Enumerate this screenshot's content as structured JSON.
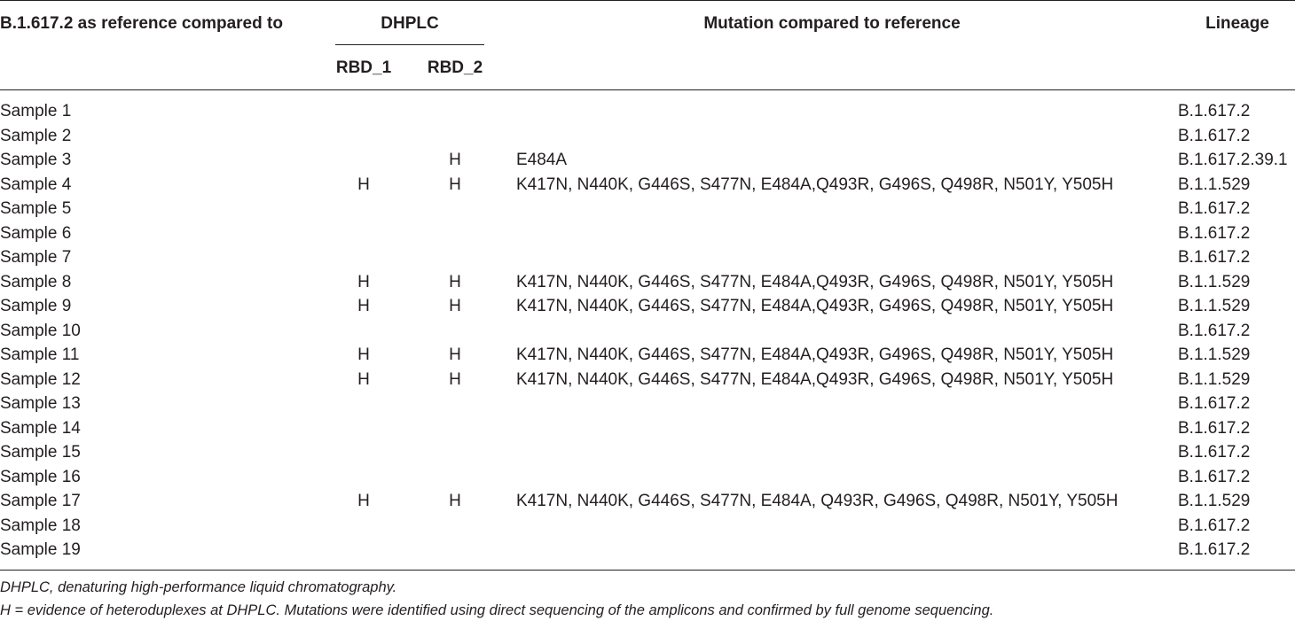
{
  "table": {
    "headers": {
      "col1": "B.1.617.2 as reference compared to",
      "group": "DHPLC",
      "sub1": "RBD_1",
      "sub2": "RBD_2",
      "mutation": "Mutation compared to reference",
      "lineage": "Lineage"
    },
    "rows": [
      {
        "sample": "Sample 1",
        "rbd1": "",
        "rbd2": "",
        "mutation": "",
        "lineage": "B.1.617.2"
      },
      {
        "sample": "Sample 2",
        "rbd1": "",
        "rbd2": "",
        "mutation": "",
        "lineage": "B.1.617.2"
      },
      {
        "sample": "Sample 3",
        "rbd1": "",
        "rbd2": "H",
        "mutation": "E484A",
        "lineage": "B.1.617.2.39.1"
      },
      {
        "sample": "Sample 4",
        "rbd1": "H",
        "rbd2": "H",
        "mutation": "K417N, N440K, G446S, S477N, E484A,Q493R, G496S, Q498R, N501Y, Y505H",
        "lineage": "B.1.1.529"
      },
      {
        "sample": "Sample 5",
        "rbd1": "",
        "rbd2": "",
        "mutation": "",
        "lineage": "B.1.617.2"
      },
      {
        "sample": "Sample 6",
        "rbd1": "",
        "rbd2": "",
        "mutation": "",
        "lineage": "B.1.617.2"
      },
      {
        "sample": "Sample 7",
        "rbd1": "",
        "rbd2": "",
        "mutation": "",
        "lineage": "B.1.617.2"
      },
      {
        "sample": "Sample 8",
        "rbd1": "H",
        "rbd2": "H",
        "mutation": "K417N, N440K, G446S, S477N, E484A,Q493R, G496S, Q498R, N501Y, Y505H",
        "lineage": "B.1.1.529"
      },
      {
        "sample": "Sample 9",
        "rbd1": "H",
        "rbd2": "H",
        "mutation": "K417N, N440K, G446S, S477N, E484A,Q493R, G496S, Q498R, N501Y, Y505H",
        "lineage": "B.1.1.529"
      },
      {
        "sample": "Sample 10",
        "rbd1": "",
        "rbd2": "",
        "mutation": "",
        "lineage": "B.1.617.2"
      },
      {
        "sample": "Sample 11",
        "rbd1": "H",
        "rbd2": "H",
        "mutation": "K417N, N440K, G446S, S477N, E484A,Q493R, G496S, Q498R, N501Y, Y505H",
        "lineage": "B.1.1.529"
      },
      {
        "sample": "Sample 12",
        "rbd1": "H",
        "rbd2": "H",
        "mutation": "K417N, N440K, G446S, S477N, E484A,Q493R, G496S, Q498R, N501Y, Y505H",
        "lineage": "B.1.1.529"
      },
      {
        "sample": "Sample 13",
        "rbd1": "",
        "rbd2": "",
        "mutation": "",
        "lineage": "B.1.617.2"
      },
      {
        "sample": "Sample 14",
        "rbd1": "",
        "rbd2": "",
        "mutation": "",
        "lineage": "B.1.617.2"
      },
      {
        "sample": "Sample 15",
        "rbd1": "",
        "rbd2": "",
        "mutation": "",
        "lineage": "B.1.617.2"
      },
      {
        "sample": "Sample 16",
        "rbd1": "",
        "rbd2": "",
        "mutation": "",
        "lineage": "B.1.617.2"
      },
      {
        "sample": "Sample 17",
        "rbd1": "H",
        "rbd2": "H",
        "mutation": "K417N, N440K, G446S, S477N, E484A, Q493R, G496S, Q498R, N501Y, Y505H",
        "lineage": "B.1.1.529"
      },
      {
        "sample": "Sample 18",
        "rbd1": "",
        "rbd2": "",
        "mutation": "",
        "lineage": "B.1.617.2"
      },
      {
        "sample": "Sample 19",
        "rbd1": "",
        "rbd2": "",
        "mutation": "",
        "lineage": "B.1.617.2"
      }
    ]
  },
  "footnotes": [
    "DHPLC, denaturing high-performance liquid chromatography.",
    "H = evidence of heteroduplexes at DHPLC. Mutations were identified using direct sequencing of the amplicons and confirmed by full genome sequencing."
  ]
}
